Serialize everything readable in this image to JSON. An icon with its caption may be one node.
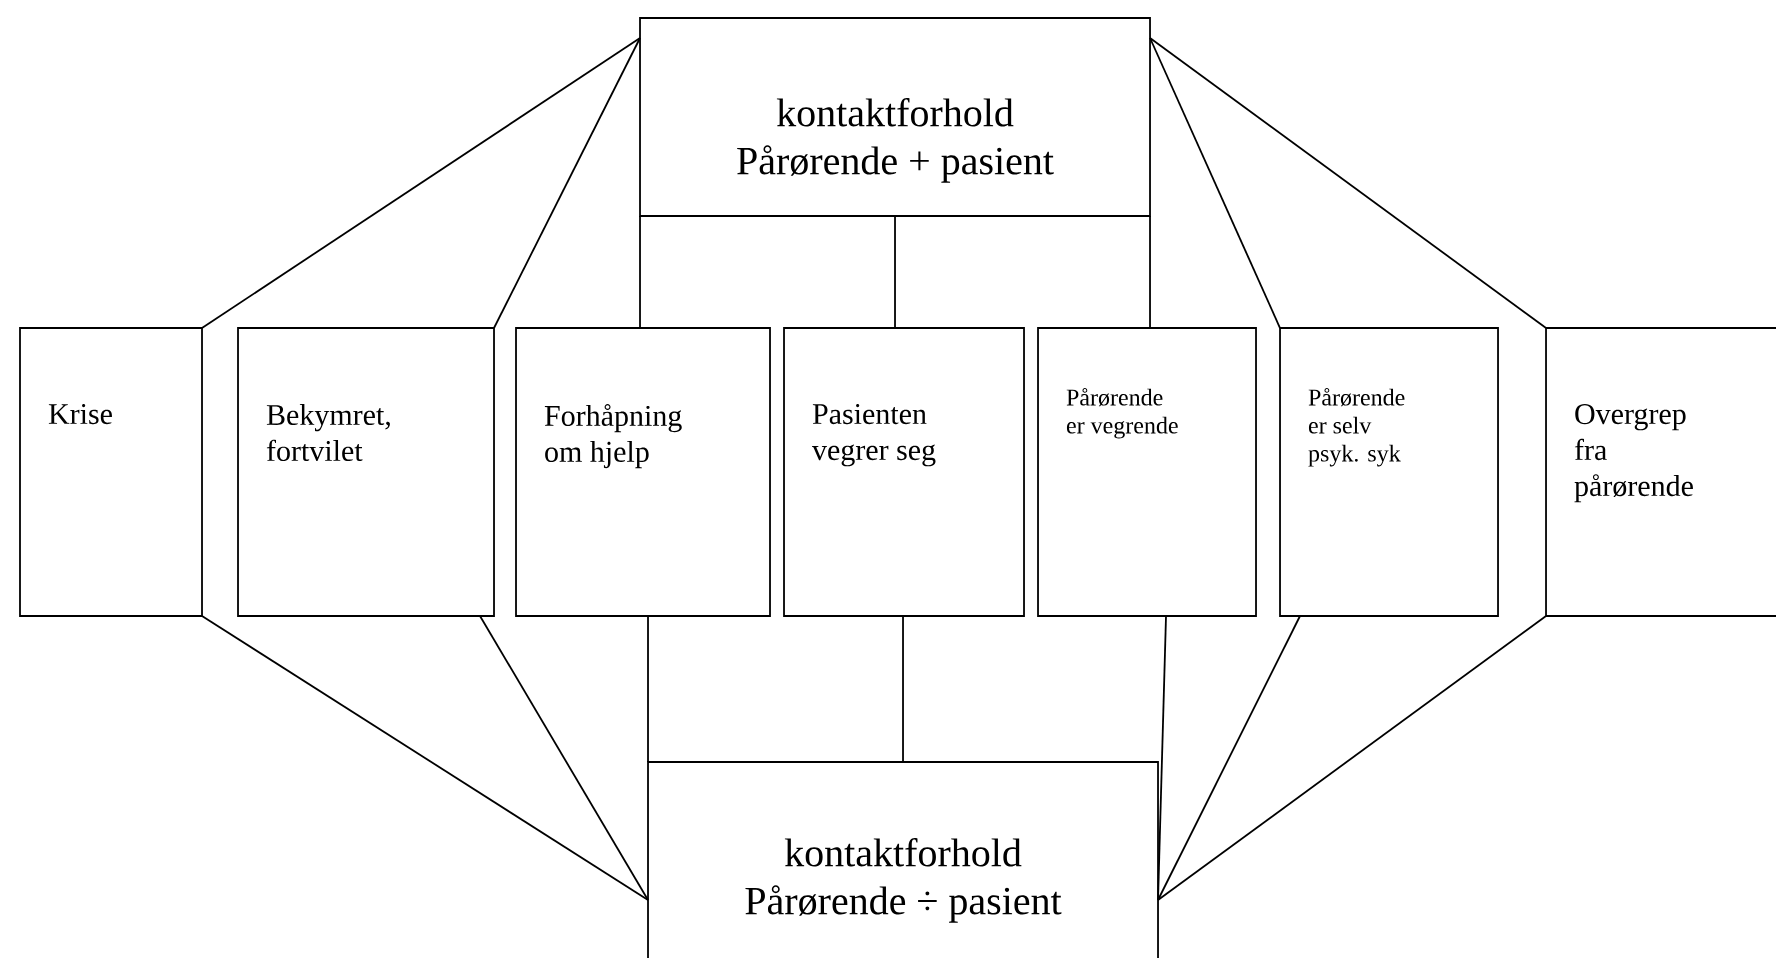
{
  "diagram": {
    "nodes": [
      {
        "text": [
          "kontaktforhold Pårørende + pasient"
        ]
      },
      {
        "text": [
          "Krise"
        ]
      },
      {
        "text": [
          "Bekymret, fortvilet"
        ]
      },
      {
        "text": [
          "Forhåpning om hjelp"
        ]
      },
      {
        "text": [
          "Pasienten vegrer seg"
        ]
      },
      {
        "text": [
          "Pårørende er vegrende"
        ]
      },
      {
        "text": [
          "Pårørende er selv psyk. syk"
        ]
      },
      {
        "text": [
          "Overgrep fra pårørende"
        ]
      },
      {
        "text": [
          "kontaktforhold Pårørende ÷ pasient"
        ]
      }
    ],
    "edges": [
      {
        "from": 0,
        "to": 1,
        "arrow": "none"
      },
      {
        "from": 0,
        "to": 2,
        "arrow": "none"
      },
      {
        "from": 0,
        "to": 3,
        "arrow": "none"
      },
      {
        "from": 0,
        "to": 4,
        "arrow": "none"
      },
      {
        "from": 0,
        "to": 5,
        "arrow": "none"
      },
      {
        "from": 0,
        "to": 6,
        "arrow": "none"
      },
      {
        "from": 0,
        "to": 7,
        "arrow": "none"
      },
      {
        "from": 1,
        "to": 8,
        "arrow": "none"
      },
      {
        "from": 2,
        "to": 8,
        "arrow": "none"
      },
      {
        "from": 3,
        "to": 8,
        "arrow": "none"
      },
      {
        "from": 4,
        "to": 8,
        "arrow": "none"
      },
      {
        "from": 5,
        "to": 8,
        "arrow": "none"
      },
      {
        "from": 6,
        "to": 8,
        "arrow": "none"
      },
      {
        "from": 7,
        "to": 8,
        "arrow": "none"
      }
    ]
  }
}
